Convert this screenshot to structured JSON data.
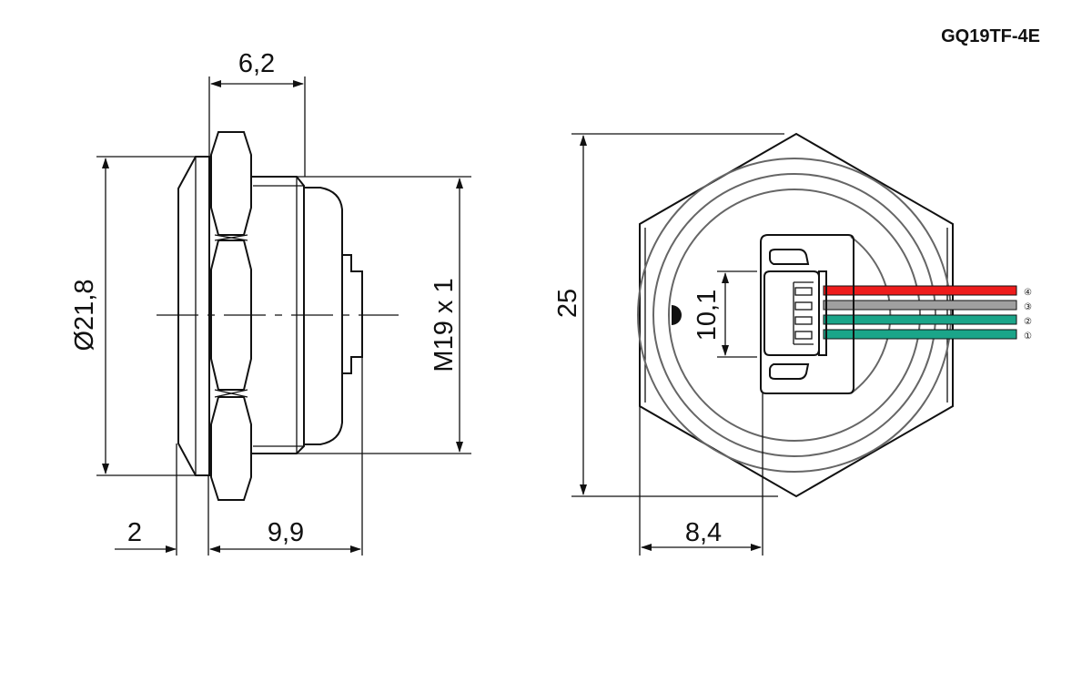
{
  "title": "GQ19TF-4E",
  "dimensions": {
    "top_width": "6,2",
    "diameter": "Ø21,8",
    "thread": "M19 x 1",
    "front_thickness": "2",
    "body_length": "9,9",
    "hex_size": "25",
    "connector_height": "10,1",
    "depth": "8,4"
  },
  "wires": [
    {
      "number": "④",
      "color": "#ee1c1c"
    },
    {
      "number": "③",
      "color": "#a0a0a0"
    },
    {
      "number": "②",
      "color": "#1ba589"
    },
    {
      "number": "①",
      "color": "#1ba589"
    }
  ]
}
